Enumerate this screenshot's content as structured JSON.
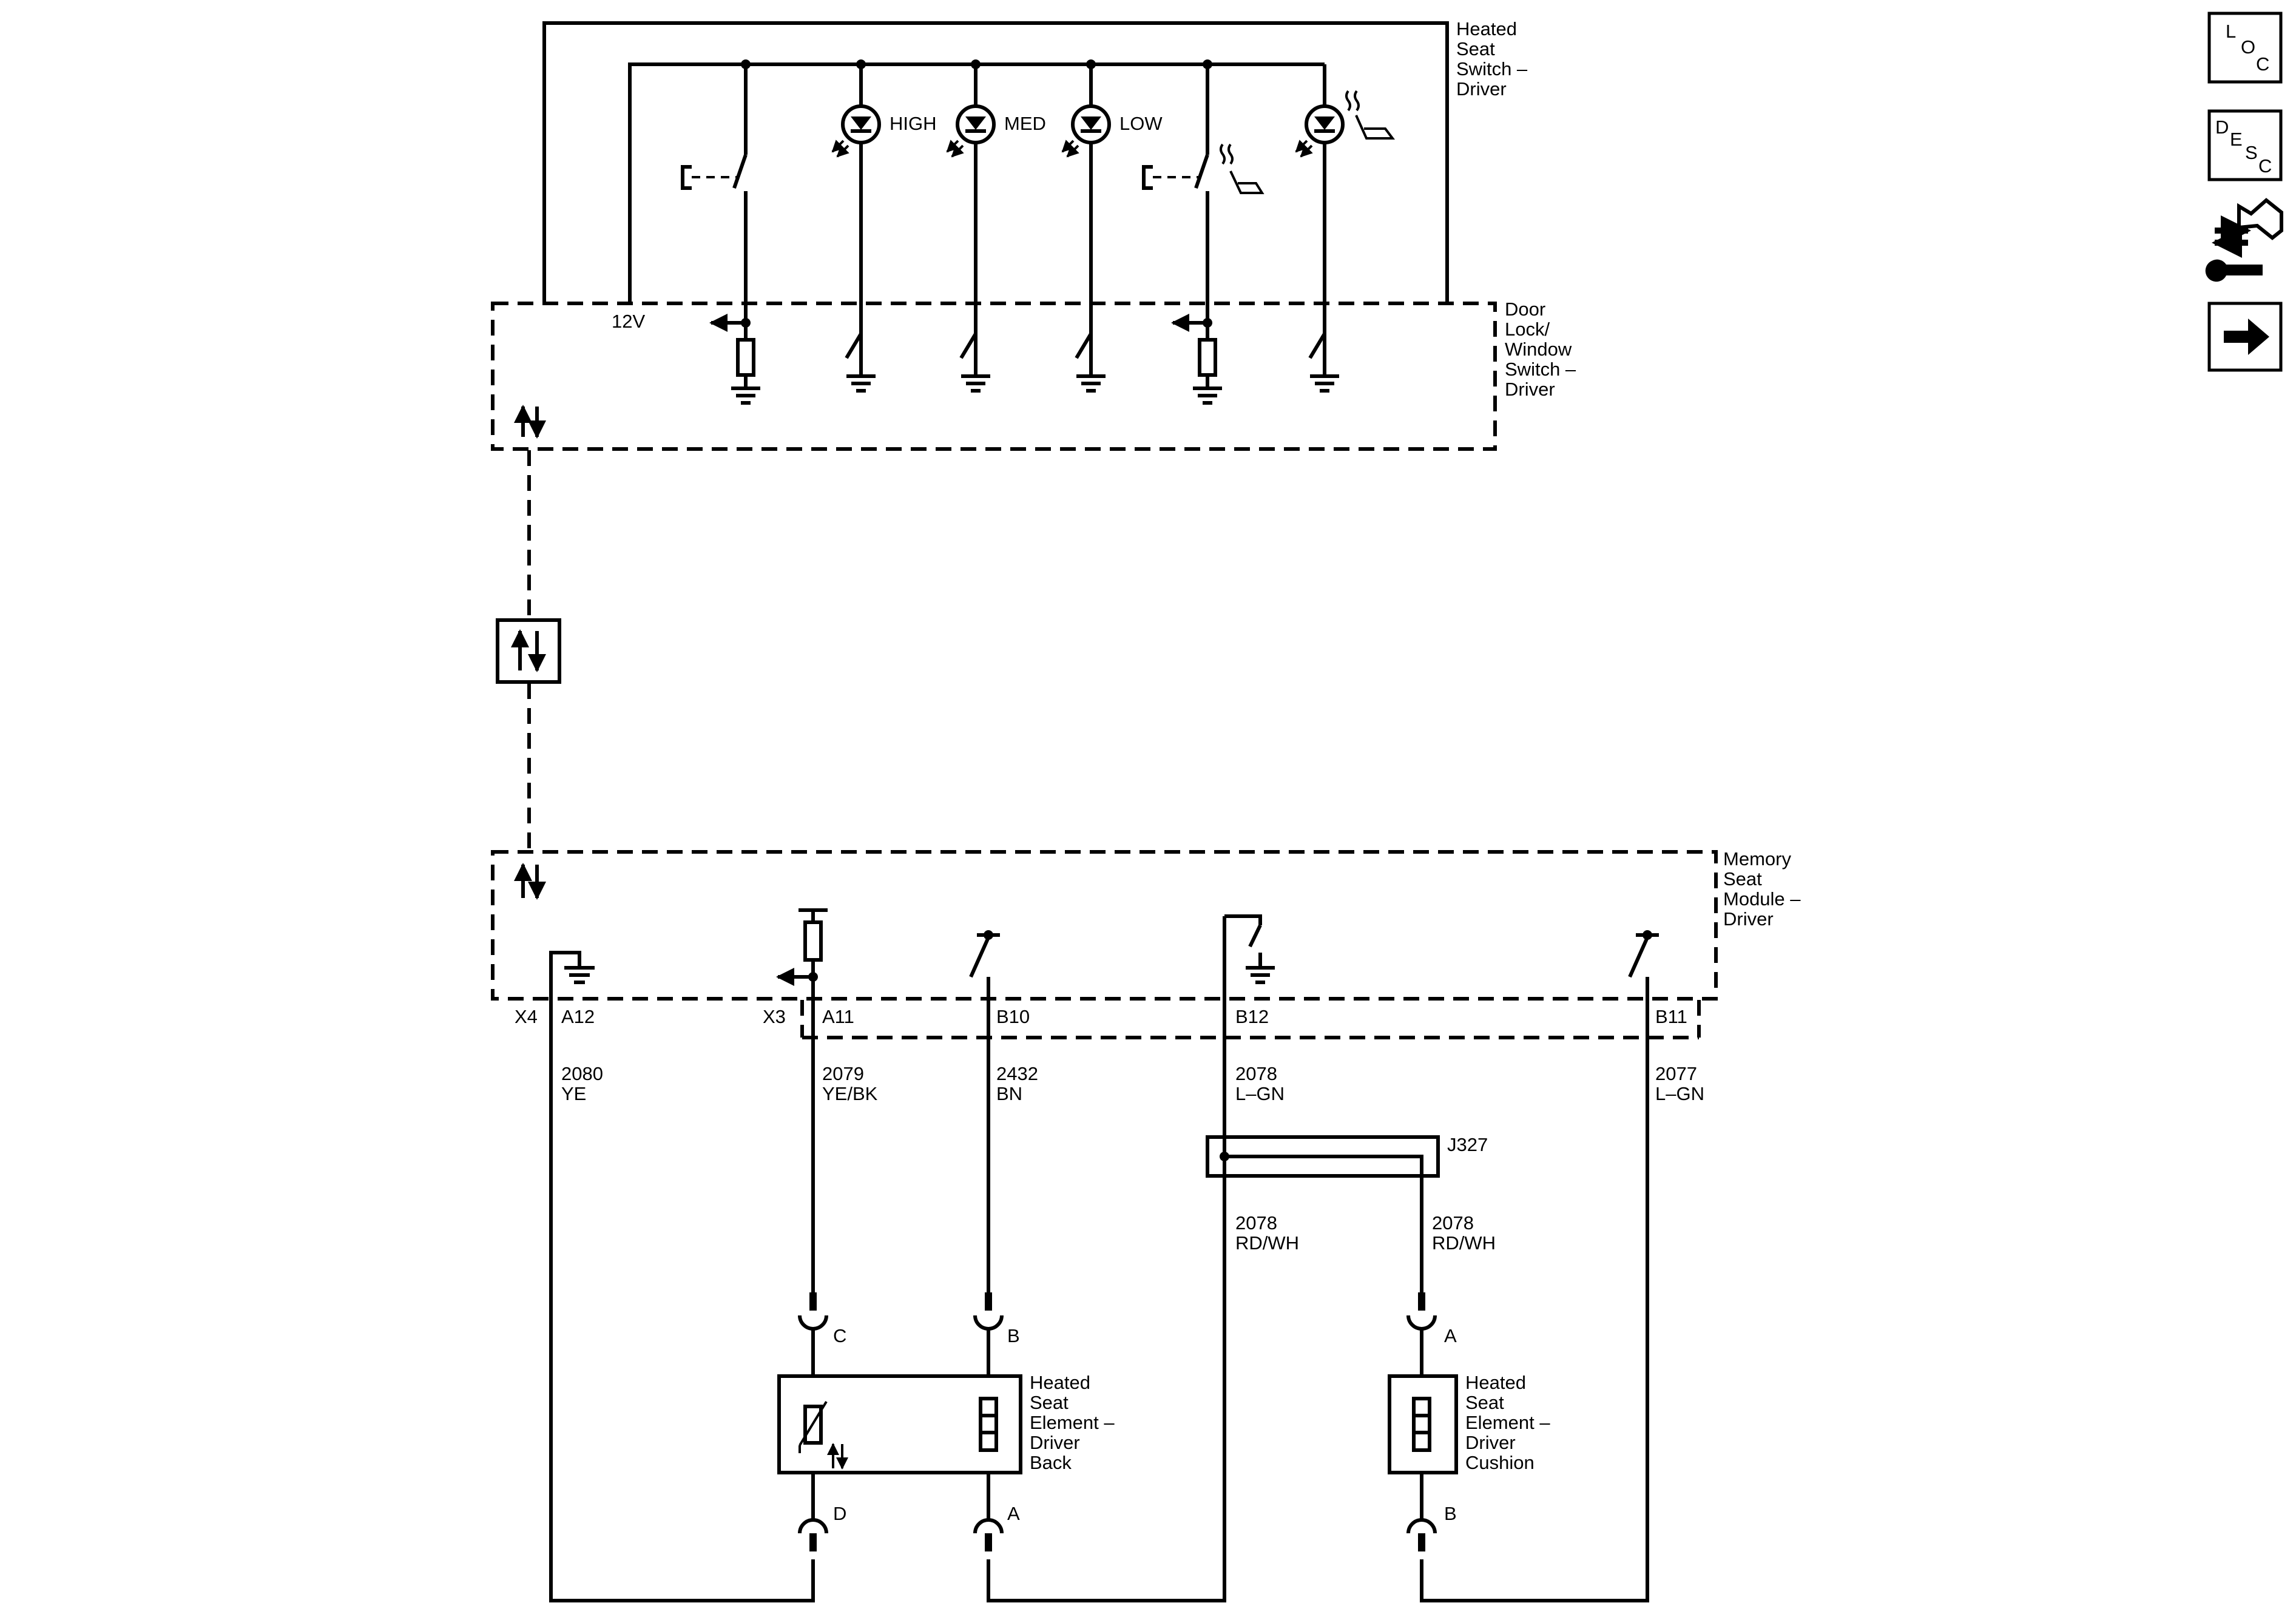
{
  "components": {
    "heated_seat_switch": [
      "Heated",
      "Seat",
      "Switch –",
      "Driver"
    ],
    "door_switch": [
      "Door",
      "Lock/",
      "Window",
      "Switch –",
      "Driver"
    ],
    "memory_module": [
      "Memory",
      "Seat",
      "Module –",
      "Driver"
    ],
    "element_back": [
      "Heated",
      "Seat",
      "Element –",
      "Driver",
      "Back"
    ],
    "element_cushion": [
      "Heated",
      "Seat",
      "Element –",
      "Driver",
      "Cushion"
    ]
  },
  "indicators": {
    "high": "HIGH",
    "med": "MED",
    "low": "LOW"
  },
  "voltage": "12V",
  "connectors": {
    "x4": "X4",
    "x3": "X3"
  },
  "pins": {
    "a12": "A12",
    "a11": "A11",
    "b10": "B10",
    "b12": "B12",
    "b11": "B11",
    "back_c": "C",
    "back_b": "B",
    "back_d": "D",
    "back_a": "A",
    "cushion_a": "A",
    "cushion_b": "B"
  },
  "wires": {
    "w2080": {
      "circuit": "2080",
      "color": "YE"
    },
    "w2079": {
      "circuit": "2079",
      "color": "YE/BK"
    },
    "w2432": {
      "circuit": "2432",
      "color": "BN"
    },
    "w2078_top": {
      "circuit": "2078",
      "color": "L–GN"
    },
    "w2077": {
      "circuit": "2077",
      "color": "L–GN"
    },
    "w2078_left": {
      "circuit": "2078",
      "color": "RD/WH"
    },
    "w2078_right": {
      "circuit": "2078",
      "color": "RD/WH"
    }
  },
  "splice": "J327",
  "nav": {
    "loc": {
      "l": "L",
      "o": "O",
      "c": "C"
    },
    "desc": {
      "d": "D",
      "e": "E",
      "s": "S",
      "c": "C"
    },
    "icons": [
      "connector-icon",
      "next-arrow-icon"
    ]
  }
}
